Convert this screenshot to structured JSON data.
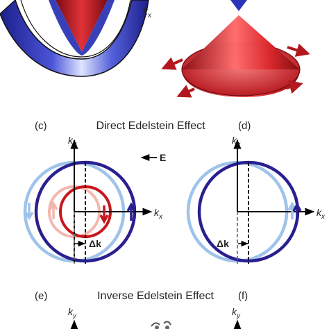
{
  "top_left": {
    "axis_label": "k",
    "axis_sub": "x"
  },
  "panel_c": {
    "letter": "(c)",
    "title": "Direct Edelstein Effect",
    "field_label": "E",
    "ky_label": "k",
    "ky_sub": "y",
    "kx_label": "k",
    "kx_sub": "x",
    "shift_label": "Δk"
  },
  "panel_d": {
    "letter": "(d)",
    "ky_label": "k",
    "ky_sub": "y",
    "kx_label": "k",
    "kx_sub": "x",
    "shift_label": "Δk"
  },
  "panel_e": {
    "letter": "(e)",
    "title": "Inverse Edelstein Effect",
    "ky_label": "k",
    "ky_sub": "y"
  },
  "panel_f": {
    "letter": "(f)",
    "ky_label": "k",
    "ky_sub": "y"
  },
  "colors": {
    "dark_blue": "#2a1f8f",
    "light_blue": "#9fc3ea",
    "red": "#c8161d",
    "pink": "#f2b8b0",
    "cone_red": "#d9262a",
    "black": "#000000"
  }
}
